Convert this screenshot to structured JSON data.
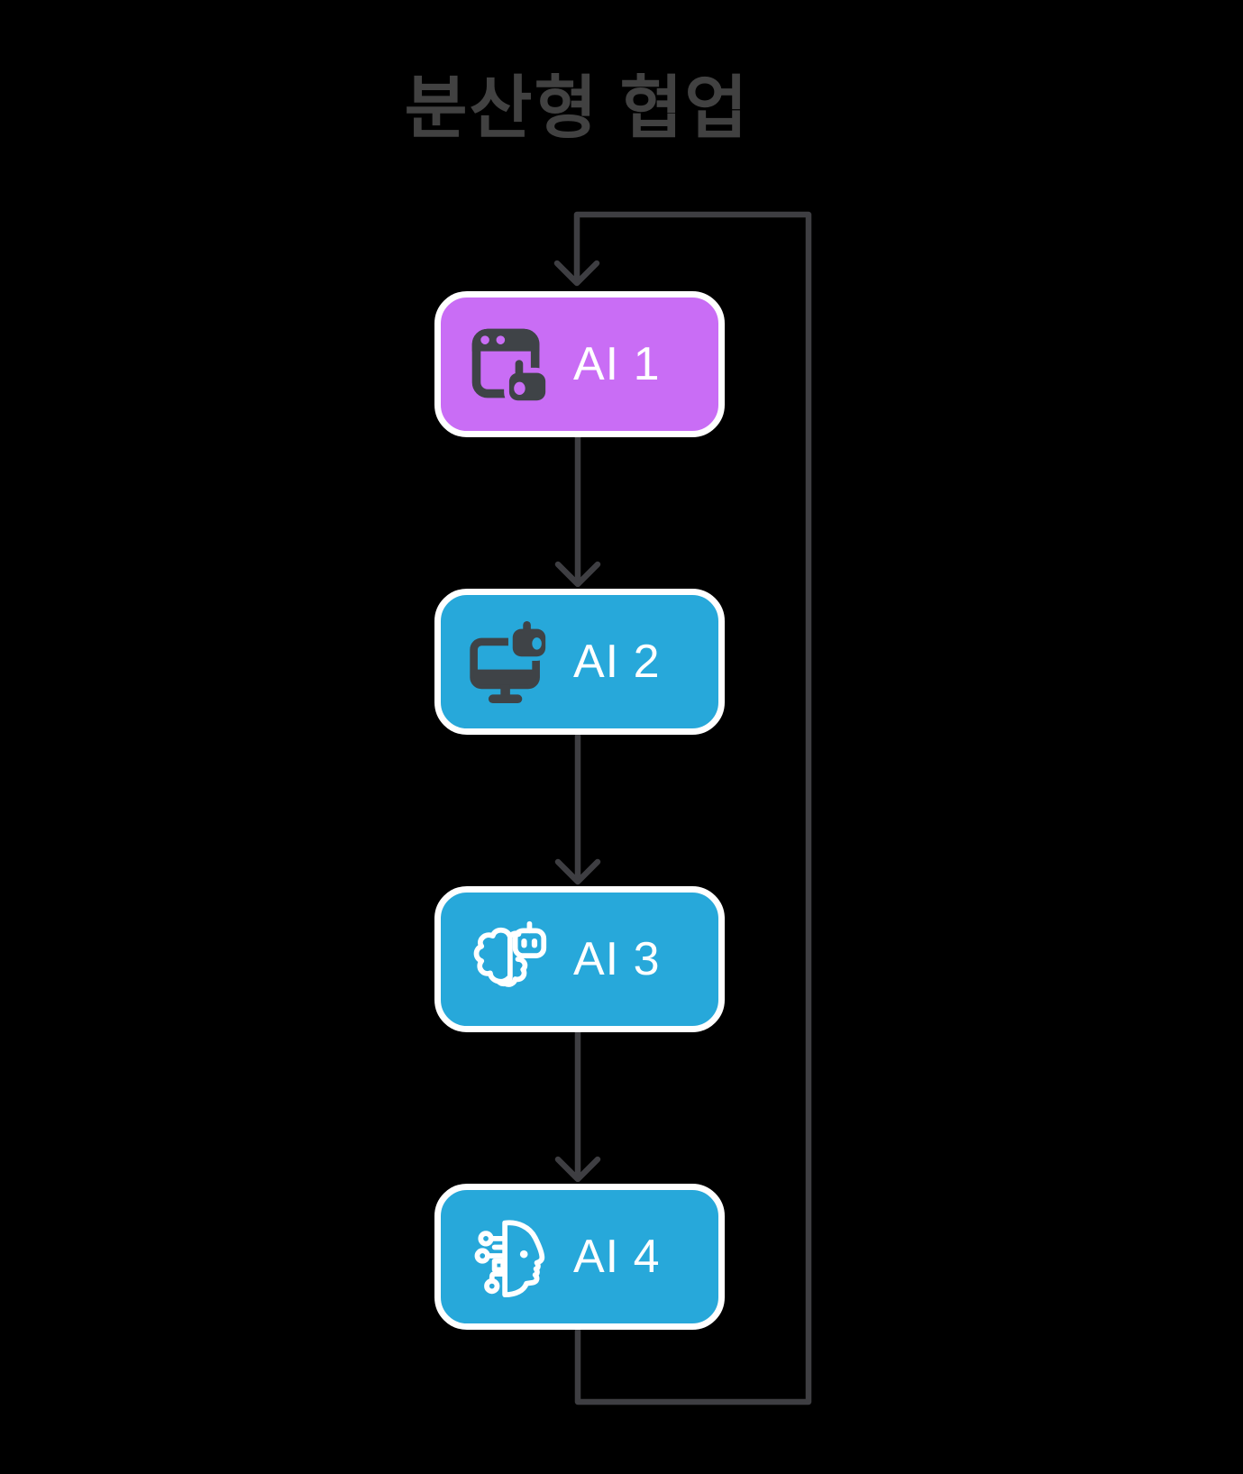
{
  "title": "분산형 협업",
  "colors": {
    "background": "#000000",
    "title": "#414141",
    "line": "#3e3e42",
    "node_border": "#ffffff",
    "node_label": "#ffffff",
    "icon_dark": "#3f4347",
    "purple": "#c96df5",
    "blue": "#27a8da"
  },
  "nodes": [
    {
      "id": "ai1",
      "label": "AI 1",
      "fill": "#c96df5",
      "icon": "browser-robot-icon"
    },
    {
      "id": "ai2",
      "label": "AI 2",
      "fill": "#27a8da",
      "icon": "monitor-robot-icon"
    },
    {
      "id": "ai3",
      "label": "AI 3",
      "fill": "#27a8da",
      "icon": "brain-robot-icon"
    },
    {
      "id": "ai4",
      "label": "AI 4",
      "fill": "#27a8da",
      "icon": "face-circuit-icon"
    }
  ],
  "edges": [
    {
      "from": "ai1",
      "to": "ai2",
      "type": "arrow-down"
    },
    {
      "from": "ai2",
      "to": "ai3",
      "type": "arrow-down"
    },
    {
      "from": "ai3",
      "to": "ai4",
      "type": "arrow-down"
    },
    {
      "from": "ai4",
      "to": "ai1",
      "type": "feedback-loop-right"
    }
  ]
}
